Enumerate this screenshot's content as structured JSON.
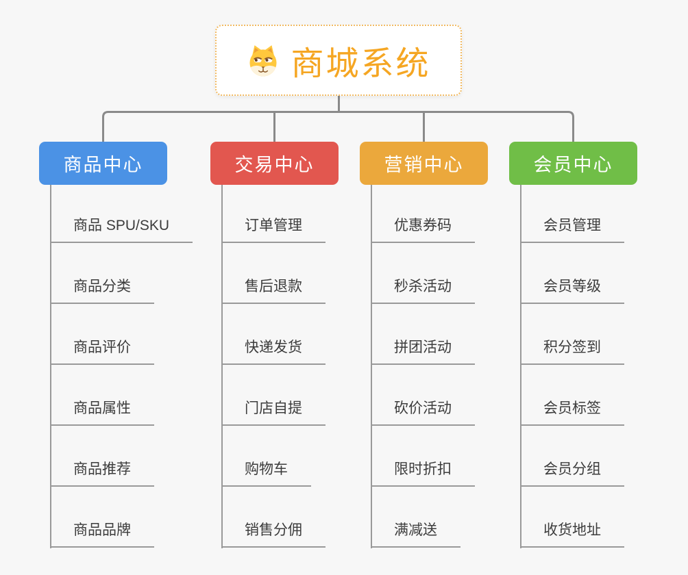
{
  "canvas": {
    "background": "#F7F7F7",
    "connector_color": "#8A8A8A",
    "underline_color": "#999999"
  },
  "root": {
    "label": "商城系统",
    "text_color": "#F5A623",
    "border_color": "#F2BA61",
    "icon": "dog-face-icon"
  },
  "branches": [
    {
      "id": "product-center",
      "label": "商品中心",
      "color": "#4B92E5",
      "items": [
        "商品 SPU/SKU",
        "商品分类",
        "商品评价",
        "商品属性",
        "商品推荐",
        "商品品牌"
      ]
    },
    {
      "id": "trade-center",
      "label": "交易中心",
      "color": "#E2574F",
      "items": [
        "订单管理",
        "售后退款",
        "快递发货",
        "门店自提",
        "购物车",
        "销售分佣"
      ]
    },
    {
      "id": "marketing-center",
      "label": "营销中心",
      "color": "#EBA83C",
      "items": [
        "优惠券码",
        "秒杀活动",
        "拼团活动",
        "砍价活动",
        "限时折扣",
        "满减送"
      ]
    },
    {
      "id": "member-center",
      "label": "会员中心",
      "color": "#70BE47",
      "items": [
        "会员管理",
        "会员等级",
        "积分签到",
        "会员标签",
        "会员分组",
        "收货地址"
      ]
    }
  ]
}
